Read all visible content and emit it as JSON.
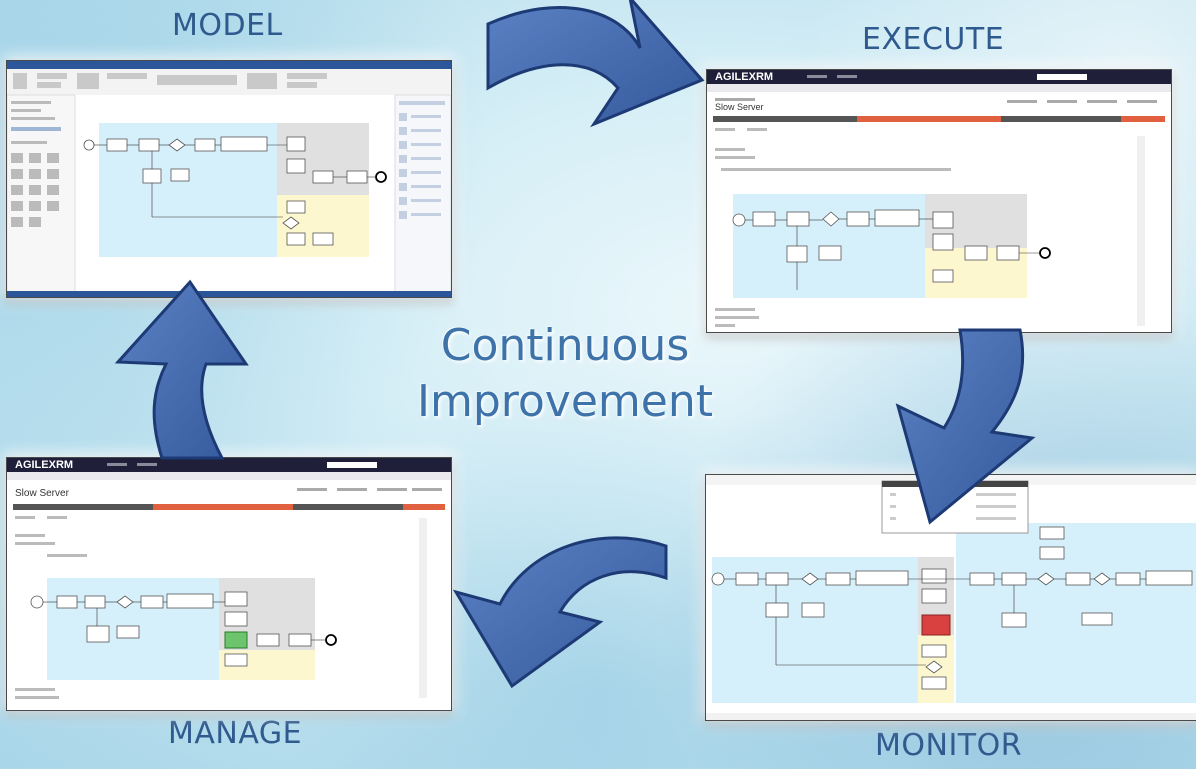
{
  "labels": {
    "model": "MODEL",
    "execute": "EXECUTE",
    "monitor": "MONITOR",
    "manage": "MANAGE"
  },
  "center": {
    "line1": "Continuous",
    "line2": "Improvement"
  },
  "brand": "AGILEXRM",
  "record_title": "Slow Server",
  "colors": {
    "arrow_fill": "#4368ad",
    "arrow_edge": "#1d3a75",
    "label_text": "#2f5a8e",
    "app_header": "#1f1f3a",
    "stage_bar": "#e06040"
  }
}
